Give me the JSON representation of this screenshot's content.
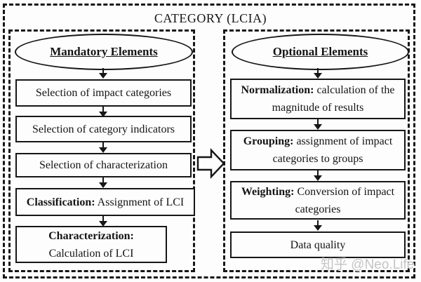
{
  "title": "CATEGORY (LCIA)",
  "watermark": "知乎 @Neo.Life",
  "colors": {
    "line": "#161616",
    "background": "#fdfdfd",
    "watermark": "#c4c4c4"
  },
  "left": {
    "header": "Mandatory Elements",
    "boxes": [
      {
        "label": "",
        "rest": "Selection of impact categories"
      },
      {
        "label": "",
        "rest": "Selection of category indicators"
      },
      {
        "label": "",
        "rest": "Selection of characterization"
      },
      {
        "label": "Classification:",
        "rest": " Assignment of LCI"
      },
      {
        "label": "Characterization:",
        "rest": "\nCalculation of LCI"
      }
    ]
  },
  "right": {
    "header": "Optional Elements",
    "boxes": [
      {
        "label": "Normalization:",
        "rest": " calculation of the\nmagnitude of results"
      },
      {
        "label": "Grouping:",
        "rest": " assignment of impact\ncategories to groups"
      },
      {
        "label": "Weighting:",
        "rest": " Conversion of impact\ncategories"
      },
      {
        "label": "",
        "rest": "Data quality"
      }
    ]
  }
}
